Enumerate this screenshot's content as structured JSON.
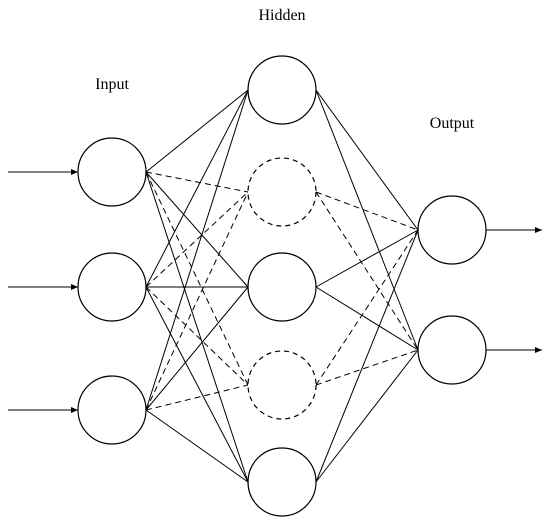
{
  "labels": {
    "input": "Input",
    "hidden": "Hidden",
    "output": "Output"
  },
  "layers": {
    "input": {
      "count": 3
    },
    "hidden": {
      "count": 5,
      "dropped": [
        1,
        3
      ]
    },
    "output": {
      "count": 2
    }
  },
  "edge_style": {
    "active": "solid",
    "dropped": "dashed"
  },
  "colors": {
    "stroke": "#000000",
    "background": "#ffffff"
  }
}
